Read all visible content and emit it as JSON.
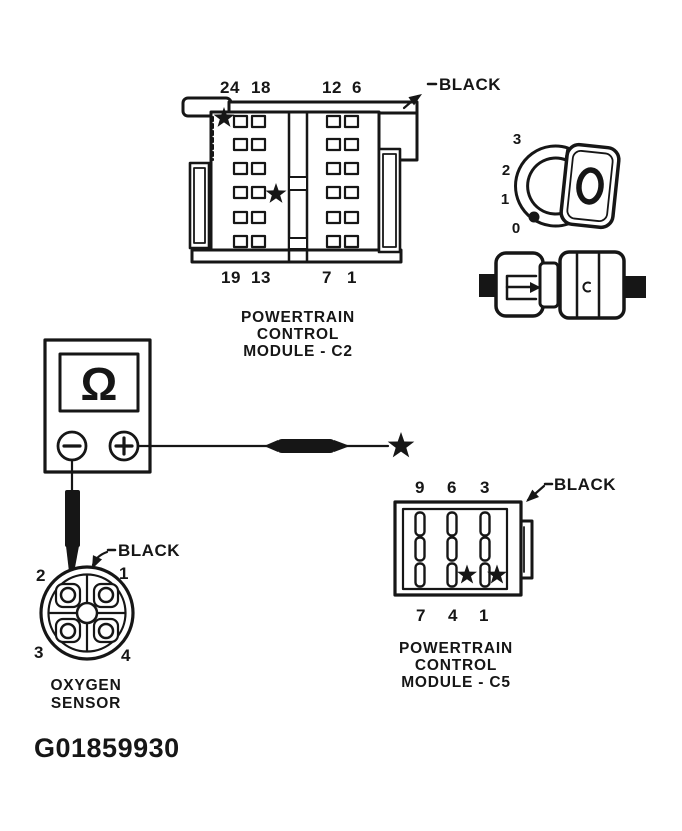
{
  "figure": {
    "id": "G01859930",
    "ink_color": "#161616",
    "paper_color": "#ffffff"
  },
  "pcm_c2": {
    "caption_lines": [
      "POWERTRAIN",
      "CONTROL",
      "MODULE - C2"
    ],
    "top_pin_labels": [
      "24",
      "18",
      "12",
      "6"
    ],
    "bottom_pin_labels": [
      "19",
      "13",
      "7",
      "1"
    ],
    "wire_label": "BLACK"
  },
  "ignition_key": {
    "position_labels": [
      "3",
      "2",
      "1",
      "0"
    ]
  },
  "ohmmeter": {
    "display_symbol": "Ω"
  },
  "oxygen_sensor": {
    "caption_lines": [
      "OXYGEN",
      "SENSOR"
    ],
    "pin_labels": [
      "2",
      "1",
      "3",
      "4"
    ],
    "wire_label": "BLACK"
  },
  "pcm_c5": {
    "caption_lines": [
      "POWERTRAIN",
      "CONTROL",
      "MODULE - C5"
    ],
    "top_pin_labels": [
      "9",
      "6",
      "3"
    ],
    "bottom_pin_labels": [
      "7",
      "4",
      "1"
    ],
    "wire_label": "BLACK"
  }
}
